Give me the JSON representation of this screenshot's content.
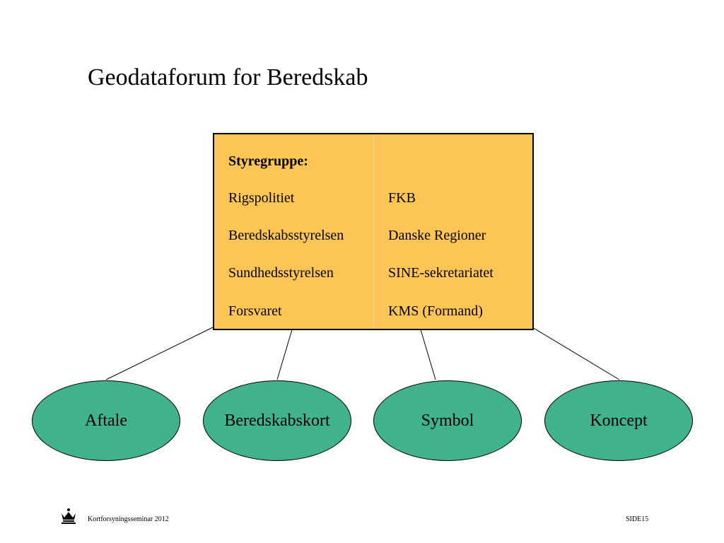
{
  "slide": {
    "title": "Geodataforum for Beredskab"
  },
  "steering_box": {
    "heading": "Styregruppe:",
    "left_column": [
      "Rigspolitiet",
      "Beredskabsstyrelsen",
      "Sundhedsstyrelsen",
      "Forsvaret"
    ],
    "right_column": [
      "FKB",
      "Danske Regioner",
      "SINE-sekretariatet",
      "KMS (Formand)"
    ]
  },
  "nodes": [
    {
      "label": "Aftale"
    },
    {
      "label": "Beredskabskort"
    },
    {
      "label": "Symbol"
    },
    {
      "label": "Koncept"
    }
  ],
  "footer": {
    "logo_icon": "crown-icon",
    "event": "Kortforsyningsseminar 2012",
    "page": "SIDE15"
  },
  "colors": {
    "box_fill": "#fcc555",
    "node_fill": "#41b28e",
    "text": "#000000"
  }
}
